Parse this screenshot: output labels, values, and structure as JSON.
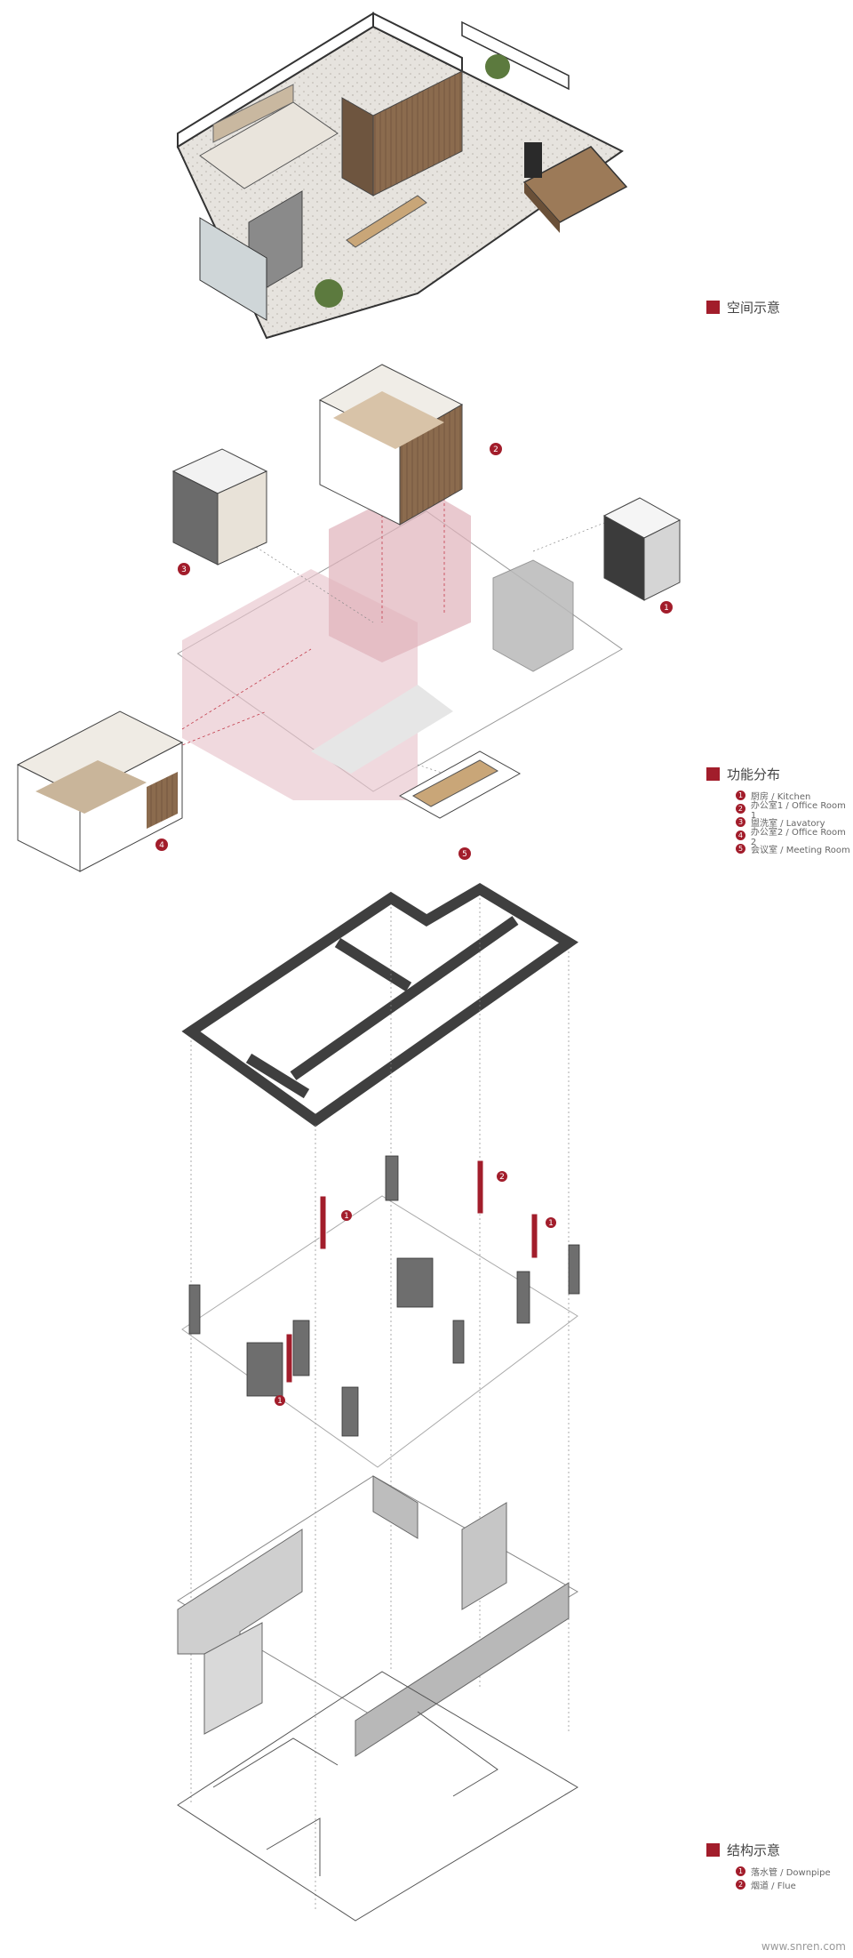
{
  "colors": {
    "accent": "#a21d2b",
    "wall": "#7a7a7a",
    "wood": "#8a6a4f",
    "floor": "#d9d6cf",
    "pink": "#e8c5cc"
  },
  "legend_space": {
    "title": "空间示意"
  },
  "legend_function": {
    "title": "功能分布",
    "items": [
      {
        "num": "1",
        "label": "厨房 / Kitchen"
      },
      {
        "num": "2",
        "label": "办公室1 / Office Room 1"
      },
      {
        "num": "3",
        "label": "盥洗室 /  Lavatory"
      },
      {
        "num": "4",
        "label": "办公室2 / Office Room 2"
      },
      {
        "num": "5",
        "label": "会议室 / Meeting Room"
      }
    ]
  },
  "legend_structure": {
    "title": "结构示意",
    "items": [
      {
        "num": "1",
        "label": "落水管 / Downpipe"
      },
      {
        "num": "2",
        "label": "烟道 / Flue"
      }
    ]
  },
  "callouts": {
    "kitchen": "1",
    "office1": "2",
    "lavatory": "3",
    "office2": "4",
    "meeting": "5",
    "pipe_left": "1",
    "pipe_mid": "2",
    "pipe_right": "1",
    "pipe_low": "1"
  },
  "watermark": "www.snren.com"
}
